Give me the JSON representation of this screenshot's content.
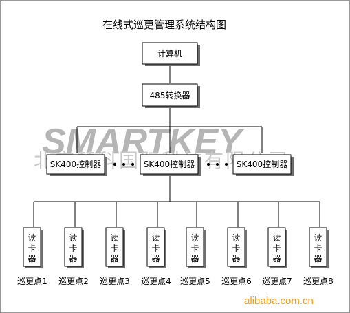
{
  "title": "在线式巡更管理系统结构图",
  "watermark_en": "SMARTKEY",
  "watermark_cn": "北京慧科国际科技有限公司",
  "computer_label": "计算机",
  "converter_label": "485转换器",
  "controllers": [
    "SK400控制器",
    "SK400控制器",
    "SK400控制器"
  ],
  "reader_label": "读卡器",
  "readers": [
    "巡更点1",
    "巡更点2",
    "巡更点3",
    "巡更点4",
    "巡更点5",
    "巡更点6",
    "巡更点7",
    "巡更点8"
  ],
  "footer": "alibaba.com.cn"
}
